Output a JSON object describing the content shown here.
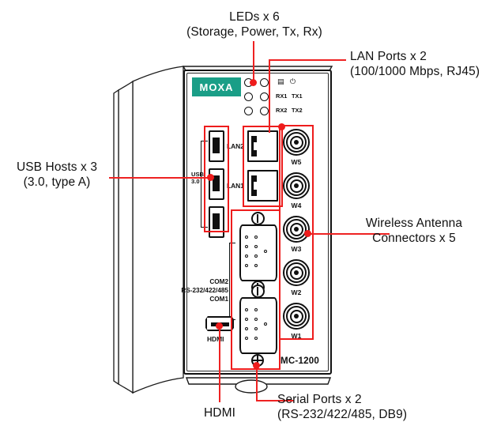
{
  "diagram": {
    "title": "MOXA MC-1200 front panel callout diagram",
    "accent_color": "#ee1c1c",
    "logo_color": "#1a9e87"
  },
  "device": {
    "brand": "MOXA",
    "model": "MC-1200"
  },
  "callouts": [
    {
      "id": "leds",
      "line1": "LEDs x 6",
      "line2": "(Storage, Power, Tx, Rx)"
    },
    {
      "id": "lan-ports",
      "line1": "LAN Ports x 2",
      "line2": "(100/1000 Mbps, RJ45)"
    },
    {
      "id": "usb-hosts",
      "line1": "USB Hosts x 3",
      "line2": "(3.0, type A)"
    },
    {
      "id": "wireless-antenna",
      "line1": "Wireless Antenna",
      "line2": "Connectors x 5"
    },
    {
      "id": "serial-ports",
      "line1": "Serial Ports x 2",
      "line2": "(RS-232/422/485, DB9)"
    },
    {
      "id": "hdmi",
      "line1": "HDMI",
      "line2": ""
    }
  ],
  "panel": {
    "led_labels": {
      "rx1": "RX1",
      "tx1": "TX1",
      "rx2": "RX2",
      "tx2": "TX2",
      "storage_icon": "storage-icon",
      "power_icon": "power-icon",
      "storage_glyph": "▤",
      "power_glyph": "⏻"
    },
    "usb": {
      "label_line1": "USB",
      "label_line2": "3.0",
      "count": 3
    },
    "lan": {
      "upper": "LAN2",
      "lower": "LAN1"
    },
    "antennas": [
      "W5",
      "W4",
      "W3",
      "W2",
      "W1"
    ],
    "serial": {
      "upper": "COM2",
      "standard": "RS-232/422/485",
      "lower": "COM1"
    },
    "hdmi_label": "HDMI"
  }
}
